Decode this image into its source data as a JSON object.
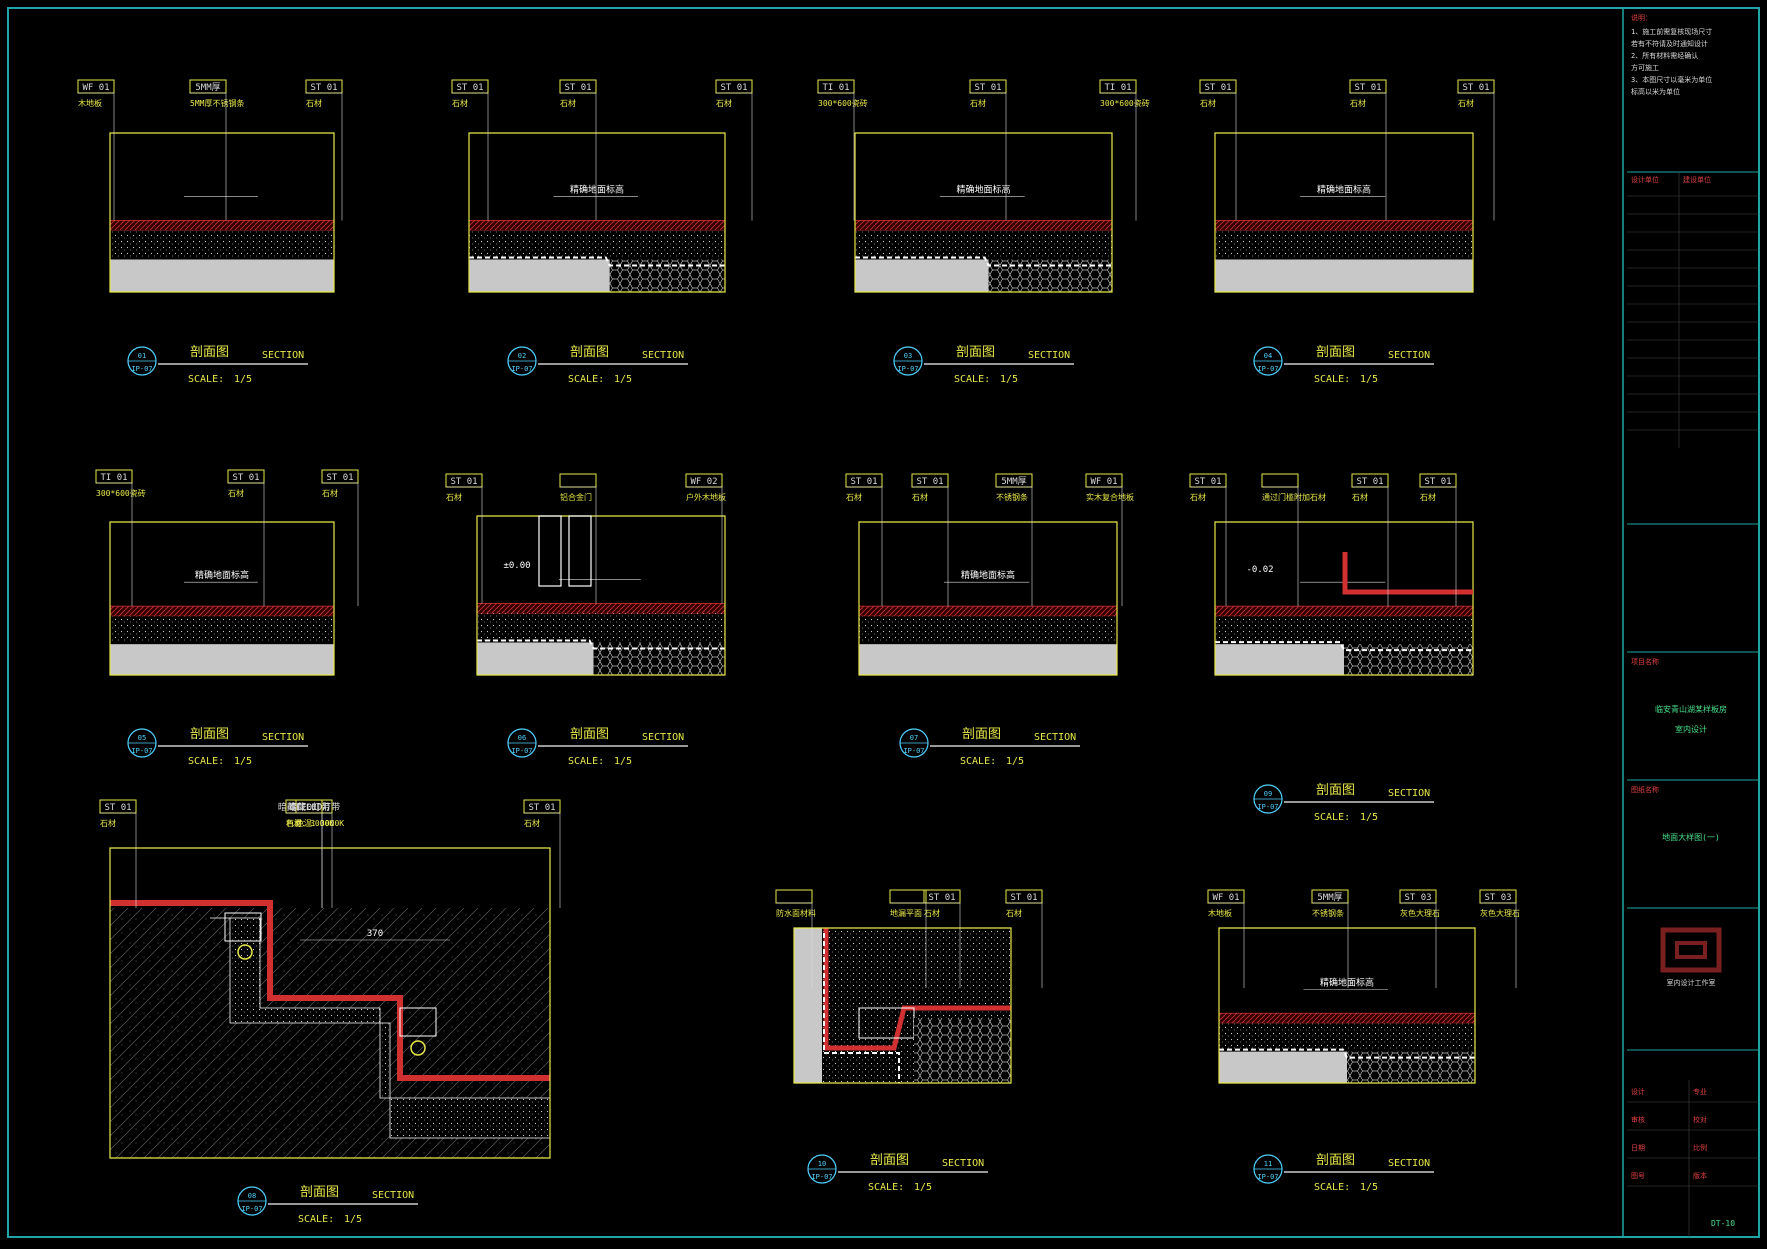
{
  "details": [
    {
      "id": "d1",
      "num": "01",
      "ref": "IP-07",
      "title": "剖面图",
      "section": "SECTION",
      "scale_label": "SCALE:",
      "scale": "1/5",
      "tags": [
        {
          "code": "WF 01",
          "text": "木地板"
        },
        {
          "code": "5MM厚",
          "text": "5MM厚不锈钢条"
        },
        {
          "code": "ST 01",
          "text": "石材"
        }
      ],
      "note": ""
    },
    {
      "id": "d2",
      "num": "02",
      "ref": "IP-07",
      "title": "剖面图",
      "section": "SECTION",
      "scale_label": "SCALE:",
      "scale": "1/5",
      "tags": [
        {
          "code": "ST 01",
          "text": "石材"
        },
        {
          "code": "ST 01",
          "text": "石材"
        },
        {
          "code": "ST 01",
          "text": "石材"
        }
      ],
      "note": "精确地面标高"
    },
    {
      "id": "d3",
      "num": "03",
      "ref": "IP-07",
      "title": "剖面图",
      "section": "SECTION",
      "scale_label": "SCALE:",
      "scale": "1/5",
      "tags": [
        {
          "code": "TI 01",
          "text": "300*600瓷砖"
        },
        {
          "code": "ST 01",
          "text": "石材"
        },
        {
          "code": "TI 01",
          "text": "300*600瓷砖"
        }
      ],
      "note": "精确地面标高"
    },
    {
      "id": "d4",
      "num": "04",
      "ref": "IP-07",
      "title": "剖面图",
      "section": "SECTION",
      "scale_label": "SCALE:",
      "scale": "1/5",
      "tags": [
        {
          "code": "ST 01",
          "text": "石材"
        },
        {
          "code": "ST 01",
          "text": "石材"
        },
        {
          "code": "ST 01",
          "text": "石材"
        }
      ],
      "note": "精确地面标高"
    },
    {
      "id": "d5",
      "num": "05",
      "ref": "IP-07",
      "title": "剖面图",
      "section": "SECTION",
      "scale_label": "SCALE:",
      "scale": "1/5",
      "tags": [
        {
          "code": "TI 01",
          "text": "300*600瓷砖"
        },
        {
          "code": "ST 01",
          "text": "石材"
        },
        {
          "code": "ST 01",
          "text": "石材"
        }
      ],
      "note": "精确地面标高"
    },
    {
      "id": "d6",
      "num": "06",
      "ref": "IP-07",
      "title": "剖面图",
      "section": "SECTION",
      "scale_label": "SCALE:",
      "scale": "1/5",
      "tags": [
        {
          "code": "ST 01",
          "text": "石材"
        },
        {
          "code": "",
          "text": "铝合金门"
        },
        {
          "code": "WF 02",
          "text": "户外木地板"
        }
      ],
      "note": "±0.00"
    },
    {
      "id": "d7",
      "num": "07",
      "ref": "IP-07",
      "title": "剖面图",
      "section": "SECTION",
      "scale_label": "SCALE:",
      "scale": "1/5",
      "tags": [
        {
          "code": "ST 01",
          "text": "石材"
        },
        {
          "code": "ST 01",
          "text": "石材"
        },
        {
          "code": "5MM厚",
          "text": "不锈钢条"
        },
        {
          "code": "WF 01",
          "text": "实木复合地板"
        }
      ],
      "note": "精确地面标高"
    },
    {
      "id": "d9",
      "num": "09",
      "ref": "IP-07",
      "title": "剖面图",
      "section": "SECTION",
      "scale_label": "SCALE:",
      "scale": "1/5",
      "tags": [
        {
          "code": "ST 01",
          "text": "石材"
        },
        {
          "code": "",
          "text": "通过门槛附加石材"
        },
        {
          "code": "ST 01",
          "text": "石材"
        },
        {
          "code": "ST 01",
          "text": "石材"
        }
      ],
      "note": "-0.02"
    },
    {
      "id": "d8",
      "num": "08",
      "ref": "IP-07",
      "title": "剖面图",
      "section": "SECTION",
      "scale_label": "SCALE:",
      "scale": "1/5",
      "tags": [
        {
          "code": "ST 01",
          "text": "石材"
        },
        {
          "code": "暗藏LED灯带",
          "text": "色温：3000K"
        },
        {
          "code": "ST 01",
          "text": "石材"
        },
        {
          "code": "暗藏LED灯带",
          "text": "色温：3000K"
        },
        {
          "code": "ST 01",
          "text": "石材"
        }
      ],
      "note": "370"
    },
    {
      "id": "d10",
      "num": "10",
      "ref": "IP-07",
      "title": "剖面图",
      "section": "SECTION",
      "scale_label": "SCALE:",
      "scale": "1/5",
      "tags": [
        {
          "code": "",
          "text": "防水面材料"
        },
        {
          "code": "ST 01",
          "text": "石材"
        },
        {
          "code": "ST 01",
          "text": "石材"
        },
        {
          "code": "",
          "text": "地漏平面"
        }
      ],
      "note": ""
    },
    {
      "id": "d11",
      "num": "11",
      "ref": "IP-07",
      "title": "剖面图",
      "section": "SECTION",
      "scale_label": "SCALE:",
      "scale": "1/5",
      "tags": [
        {
          "code": "WF 01",
          "text": "木地板"
        },
        {
          "code": "5MM厚",
          "text": "不锈钢条"
        },
        {
          "code": "ST 03",
          "text": "灰色大理石"
        },
        {
          "code": "ST 03",
          "text": "灰色大理石"
        }
      ],
      "note": "精确地面标高"
    }
  ],
  "title_block": {
    "notes_label": "说明：",
    "notes": [
      "1、施工前需复核现场尺寸",
      "若有不符请及时通知设计",
      "2、所有材料需经确认",
      "方可施工",
      "3、本图尺寸以毫米为单位",
      "标高以米为单位"
    ],
    "design_unit": "设计单位",
    "client": "建设单位",
    "project_label": "项目名称",
    "project": "临安青山湖某样板房",
    "stage": "室内设计",
    "drawing_label": "图纸名称",
    "drawing": "地面大样图(一)",
    "company": "室内设计工作室",
    "rows": [
      [
        "设计",
        "专业"
      ],
      [
        "审核",
        "校对"
      ],
      [
        "日期",
        "比例"
      ],
      [
        "图号",
        "版本"
      ]
    ],
    "sheet_no": "DT-10"
  },
  "colors": {
    "frame": "#1fa5a5",
    "cad_yellow": "#e8e84a",
    "hatch_red": "#d03030",
    "fill_gray": "#c8c8c8",
    "text_cyan": "#4fd3ff"
  }
}
